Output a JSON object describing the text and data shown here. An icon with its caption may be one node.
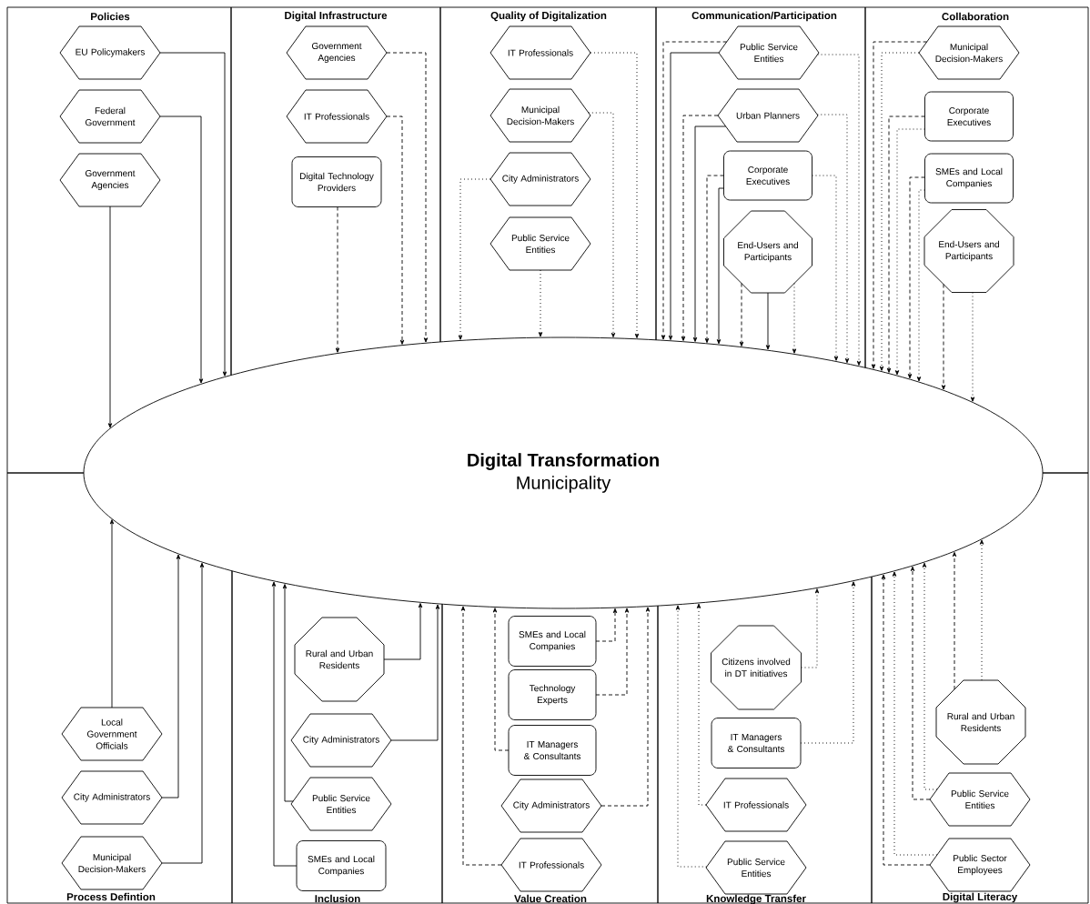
{
  "diagram": {
    "nodes": [
      {
        "text": [
          "Policies"
        ]
      },
      {
        "text": [
          "EU Policymakers"
        ],
        "in": 0
      },
      {
        "text": [
          "Federal Government"
        ],
        "in": 0
      },
      {
        "text": [
          "Government Agencies"
        ],
        "in": 0
      },
      {
        "text": [
          "Digital Infrastructure"
        ]
      },
      {
        "text": [
          "Government Agencies"
        ],
        "in": 4
      },
      {
        "text": [
          "IT Professionals"
        ],
        "in": 4
      },
      {
        "text": [
          "Digital Technology Providers"
        ],
        "in": 4
      },
      {
        "text": [
          "Quality of Digitalization"
        ]
      },
      {
        "text": [
          "IT Professionals"
        ],
        "in": 8
      },
      {
        "text": [
          "Municipal Decision-Makers"
        ],
        "in": 8
      },
      {
        "text": [
          "City Administrators"
        ],
        "in": 8
      },
      {
        "text": [
          "Public Service Entities"
        ],
        "in": 8
      },
      {
        "text": [
          "Communication/Participation"
        ]
      },
      {
        "text": [
          "Public Service Entities"
        ],
        "in": 13
      },
      {
        "text": [
          "Urban Planners"
        ],
        "in": 13
      },
      {
        "text": [
          "Corporate Executives"
        ],
        "in": 13
      },
      {
        "text": [
          "End-Users and Participants"
        ],
        "in": 13
      },
      {
        "text": [
          "Collaboration"
        ]
      },
      {
        "text": [
          "Municipal Decision-Makers"
        ],
        "in": 18
      },
      {
        "text": [
          "Corporate Executives"
        ],
        "in": 18
      },
      {
        "text": [
          "SMEs and Local Companies"
        ],
        "in": 18
      },
      {
        "text": [
          "End-Users and Participants"
        ],
        "in": 18
      },
      {
        "text": [
          "Digital Transformation",
          "Municipality"
        ]
      },
      {
        "text": [
          "Process Defintion"
        ]
      },
      {
        "text": [
          "Local Government Officials"
        ],
        "in": 24
      },
      {
        "text": [
          "City Administrators"
        ],
        "in": 24
      },
      {
        "text": [
          "Municipal Decision-Makers"
        ],
        "in": 24
      },
      {
        "text": [
          "Inclusion"
        ]
      },
      {
        "text": [
          "Rural and Urban Residents"
        ],
        "in": 28
      },
      {
        "text": [
          "City Administrators"
        ],
        "in": 28
      },
      {
        "text": [
          "Public Service Entities"
        ],
        "in": 28
      },
      {
        "text": [
          "SMEs and Local Companies"
        ],
        "in": 28
      },
      {
        "text": [
          "Value Creation"
        ]
      },
      {
        "text": [
          "SMEs and Local Companies"
        ],
        "in": 33
      },
      {
        "text": [
          "Technology Experts"
        ],
        "in": 33
      },
      {
        "text": [
          "IT Managers & Consultants"
        ],
        "in": 33
      },
      {
        "text": [
          "City Administrators"
        ],
        "in": 33
      },
      {
        "text": [
          "IT Professionals"
        ],
        "in": 33
      },
      {
        "text": [
          "Knowledge Transfer"
        ]
      },
      {
        "text": [
          "Citizens involved in DT initiatives"
        ],
        "in": 39
      },
      {
        "text": [
          "IT Managers & Consultants"
        ],
        "in": 39
      },
      {
        "text": [
          "IT Professionals"
        ],
        "in": 39
      },
      {
        "text": [
          "Public Service Entities"
        ],
        "in": 39
      },
      {
        "text": [
          "Digital Literacy"
        ]
      },
      {
        "text": [
          "Rural and Urban Residents"
        ],
        "in": 44
      },
      {
        "text": [
          "Public Service Entities"
        ],
        "in": 44
      },
      {
        "text": [
          "Public Sector Employees"
        ],
        "in": 44
      }
    ],
    "edges": [
      {
        "from": 1,
        "to": 23,
        "arrow": "to"
      },
      {
        "from": 2,
        "to": 23,
        "arrow": "to"
      },
      {
        "from": 3,
        "to": 23,
        "arrow": "to"
      },
      {
        "from": 5,
        "to": 23,
        "arrow": "to",
        "style": "dashed"
      },
      {
        "from": 6,
        "to": 23,
        "arrow": "to",
        "style": "dashed"
      },
      {
        "from": 7,
        "to": 23,
        "arrow": "to",
        "style": "dashed"
      },
      {
        "from": 9,
        "to": 23,
        "arrow": "to",
        "style": "dashed"
      },
      {
        "from": 10,
        "to": 23,
        "arrow": "to",
        "style": "dashed"
      },
      {
        "from": 11,
        "to": 23,
        "arrow": "to",
        "style": "dashed"
      },
      {
        "from": 12,
        "to": 23,
        "arrow": "to",
        "style": "dashed"
      },
      {
        "from": 14,
        "to": 23,
        "arrow": "to",
        "style": "dashed"
      },
      {
        "from": 14,
        "to": 23,
        "arrow": "to"
      },
      {
        "from": 14,
        "to": 23,
        "arrow": "to",
        "style": "dashed"
      },
      {
        "from": 15,
        "to": 23,
        "arrow": "to",
        "style": "dashed"
      },
      {
        "from": 15,
        "to": 23,
        "arrow": "to"
      },
      {
        "from": 15,
        "to": 23,
        "arrow": "to",
        "style": "dashed"
      },
      {
        "from": 16,
        "to": 23,
        "arrow": "to",
        "style": "dashed"
      },
      {
        "from": 16,
        "to": 23,
        "arrow": "to"
      },
      {
        "from": 16,
        "to": 23,
        "arrow": "to",
        "style": "dashed"
      },
      {
        "from": 17,
        "to": 23,
        "arrow": "to",
        "style": "dashed"
      },
      {
        "from": 17,
        "to": 23,
        "arrow": "to"
      },
      {
        "from": 17,
        "to": 23,
        "arrow": "to",
        "style": "dashed"
      },
      {
        "from": 19,
        "to": 23,
        "arrow": "to",
        "style": "dashed"
      },
      {
        "from": 19,
        "to": 23,
        "arrow": "to",
        "style": "dashed"
      },
      {
        "from": 20,
        "to": 23,
        "arrow": "to",
        "style": "dashed"
      },
      {
        "from": 20,
        "to": 23,
        "arrow": "to",
        "style": "dashed"
      },
      {
        "from": 21,
        "to": 23,
        "arrow": "to",
        "style": "dashed"
      },
      {
        "from": 21,
        "to": 23,
        "arrow": "to",
        "style": "dashed"
      },
      {
        "from": 22,
        "to": 23,
        "arrow": "to",
        "style": "dashed"
      },
      {
        "from": 22,
        "to": 23,
        "arrow": "to",
        "style": "dashed"
      },
      {
        "from": 25,
        "to": 23,
        "arrow": "to"
      },
      {
        "from": 26,
        "to": 23,
        "arrow": "to"
      },
      {
        "from": 27,
        "to": 23,
        "arrow": "to"
      },
      {
        "from": 29,
        "to": 23,
        "arrow": "to"
      },
      {
        "from": 30,
        "to": 23,
        "arrow": "to"
      },
      {
        "from": 31,
        "to": 23,
        "arrow": "to"
      },
      {
        "from": 32,
        "to": 23,
        "arrow": "to"
      },
      {
        "from": 34,
        "to": 23,
        "arrow": "to",
        "style": "dashed"
      },
      {
        "from": 35,
        "to": 23,
        "arrow": "to",
        "style": "dashed"
      },
      {
        "from": 36,
        "to": 23,
        "arrow": "to",
        "style": "dashed"
      },
      {
        "from": 37,
        "to": 23,
        "arrow": "to",
        "style": "dashed"
      },
      {
        "from": 38,
        "to": 23,
        "arrow": "to",
        "style": "dashed"
      },
      {
        "from": 40,
        "to": 23,
        "arrow": "to",
        "style": "dashed"
      },
      {
        "from": 41,
        "to": 23,
        "arrow": "to",
        "style": "dashed"
      },
      {
        "from": 42,
        "to": 23,
        "arrow": "to",
        "style": "dashed"
      },
      {
        "from": 43,
        "to": 23,
        "arrow": "to",
        "style": "dashed"
      },
      {
        "from": 45,
        "to": 23,
        "arrow": "to",
        "style": "dashed"
      },
      {
        "from": 45,
        "to": 23,
        "arrow": "to",
        "style": "dashed"
      },
      {
        "from": 46,
        "to": 23,
        "arrow": "to",
        "style": "dashed"
      },
      {
        "from": 46,
        "to": 23,
        "arrow": "to",
        "style": "dashed"
      },
      {
        "from": 47,
        "to": 23,
        "arrow": "to",
        "style": "dashed"
      },
      {
        "from": 47,
        "to": 23,
        "arrow": "to",
        "style": "dashed"
      }
    ]
  }
}
